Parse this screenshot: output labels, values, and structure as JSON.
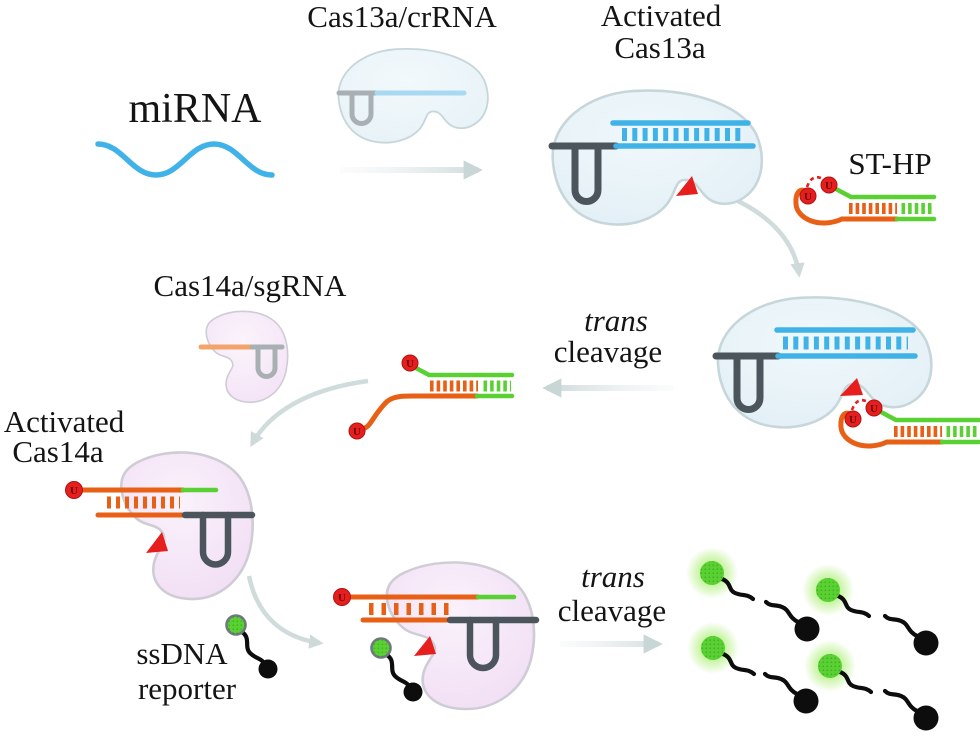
{
  "figure": {
    "type": "mechanism-diagram",
    "description_tokens": {
      "input_molecule": "miRNA",
      "probe": "ST-HP",
      "reporter": "ssDNA reporter"
    }
  },
  "labels": {
    "mirna": "miRNA",
    "cas13a_crrna": "Cas13a/crRNA",
    "activated_cas13a_line1": "Activated",
    "activated_cas13a_line2": "Cas13a",
    "st_hp": "ST-HP",
    "trans_cleavage_top_line1": "trans",
    "trans_cleavage_top_line2": "cleavage",
    "cas14a_sgrna": "Cas14a/sgRNA",
    "activated_cas14a_line1": "Activated",
    "activated_cas14a_line2": "Cas14a",
    "ssdna_reporter_line1": "ssDNA",
    "ssdna_reporter_line2": "reporter",
    "trans_cleavage_bottom_line1": "trans",
    "trans_cleavage_bottom_line2": "cleavage",
    "uracil_site": "U"
  },
  "colors": {
    "background": "#ffffff",
    "text": "#141414",
    "blue": "#3fb3e8",
    "blue_pale": "#a9d9f1",
    "blob_blue": "#e7f3f8",
    "blob_blue_stroke": "#c7d6da",
    "blob_pink": "#f7ebf8",
    "blob_pink_stroke": "#cfccd6",
    "gray_light": "#a9b0b4",
    "gray_dark": "#4b555b",
    "orange": "#e85f16",
    "orange_pale": "#f3a469",
    "green": "#5ad133",
    "red": "#e71e1e",
    "red_letter": "#6b0b0b",
    "arrow_gray": "#c9d6d6",
    "reporter_ring": "#6f7a80",
    "glow_green": "#8ce83e",
    "reporter_black": "#0d0d0d"
  }
}
